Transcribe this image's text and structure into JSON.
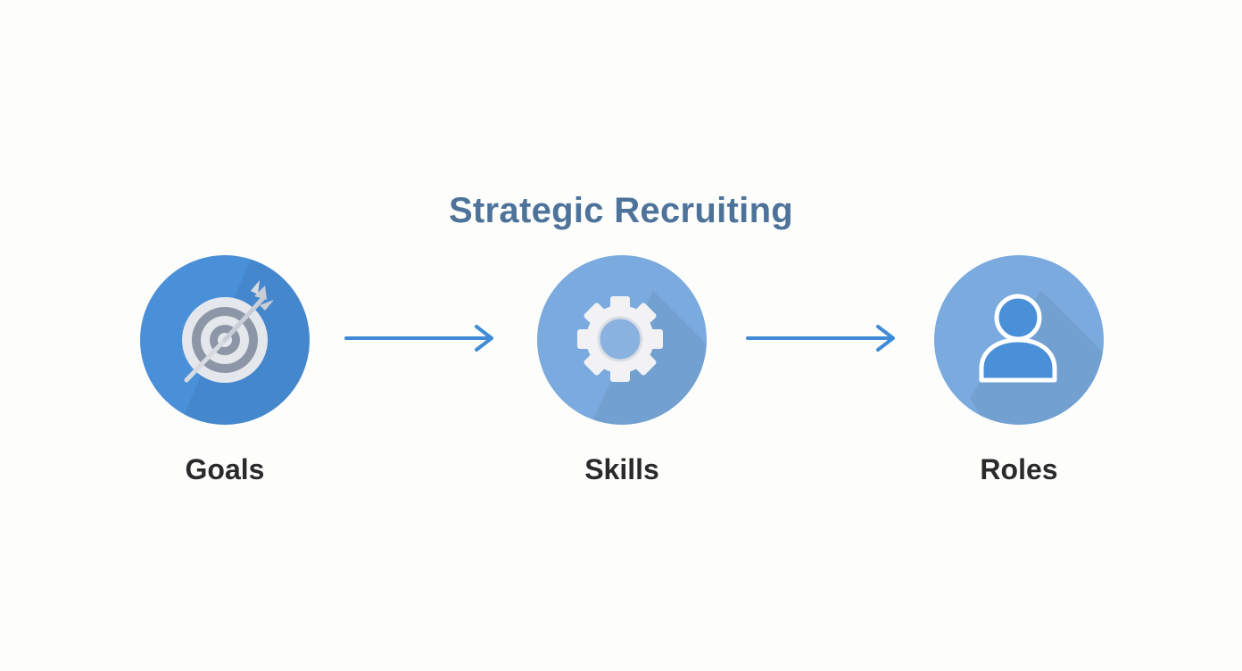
{
  "diagram": {
    "title": "Strategic Recruiting",
    "steps": [
      {
        "label": "Goals",
        "icon": "target-icon",
        "color": "#4a90d9"
      },
      {
        "label": "Skills",
        "icon": "gear-icon",
        "color": "#7aaade"
      },
      {
        "label": "Roles",
        "icon": "user-icon",
        "color": "#7aaade"
      }
    ],
    "arrow_color": "#3f8bd6"
  }
}
